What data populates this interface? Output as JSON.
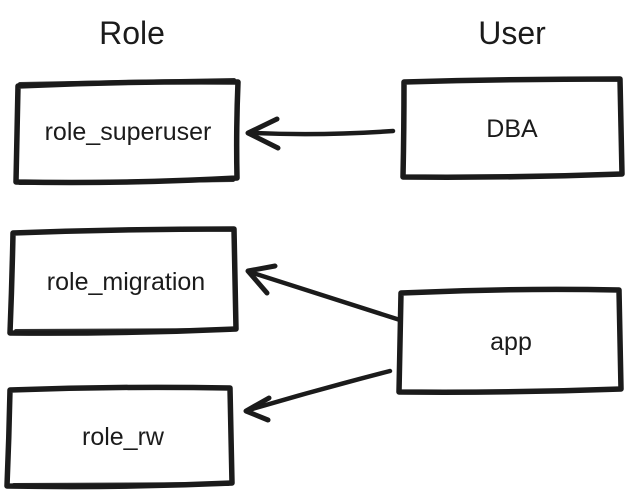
{
  "diagram": {
    "columns": {
      "role": {
        "label": "Role"
      },
      "user": {
        "label": "User"
      }
    },
    "roles": {
      "superuser": {
        "label": "role_superuser"
      },
      "migration": {
        "label": "role_migration"
      },
      "rw": {
        "label": "role_rw"
      }
    },
    "users": {
      "dba": {
        "label": "DBA"
      },
      "app": {
        "label": "app"
      }
    },
    "edges": [
      {
        "from": "DBA",
        "to": "role_superuser"
      },
      {
        "from": "app",
        "to": "role_migration"
      },
      {
        "from": "app",
        "to": "role_rw"
      }
    ],
    "colors": {
      "role_fill": "#ffe794",
      "user_fill": "#a9d8f8",
      "stroke": "#1b1b1b",
      "background": "#ffffff"
    }
  }
}
